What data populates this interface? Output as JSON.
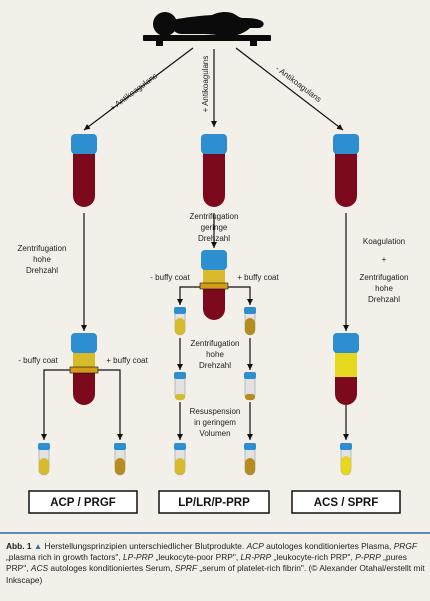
{
  "diagram": {
    "branches": {
      "left": "+ Antikoagulans",
      "middle": "+ Antikoagulans",
      "right": "- Antikoagulans"
    },
    "steps": {
      "left_centrifuge": [
        "Zentrifugation",
        "hohe",
        "Drehzahl"
      ],
      "mid_centrifuge": [
        "Zentrifugation",
        "geringe",
        "Drehzahl"
      ],
      "mid_centrifuge2": [
        "Zentrifugation",
        "hohe",
        "Drehzahl"
      ],
      "mid_resuspension": [
        "Resuspension",
        "in geringem",
        "Volumen"
      ],
      "right_coagulation": "Koagulation",
      "right_plus": "+",
      "right_centrifuge": [
        "Zentrifugation",
        "hohe",
        "Drehzahl"
      ]
    },
    "splits": {
      "left_minus": "- buffy coat",
      "left_plus": "+ buffy coat",
      "mid_minus": "- buffy coat",
      "mid_plus": "+ buffy coat"
    },
    "products": {
      "left": "ACP / PRGF",
      "middle": "LP/LR/P-PRP",
      "right": "ACS / SPRF"
    },
    "colors": {
      "blood": "#7d0a1c",
      "cap": "#2e8fd0",
      "plasma": "#d8bb2a",
      "buffy": "#d49a1a",
      "serum": "#e6d81c",
      "tube": "#e2e2e2"
    },
    "icon": "person-lying-icon"
  },
  "caption": {
    "label": "Abb. 1",
    "marker": "▲",
    "text": " Herstellungsprinzipien unterschiedlicher Blutprodukte. ",
    "items": [
      {
        "abbr": "ACP",
        "desc": " autologes konditioniertes Plasma, "
      },
      {
        "abbr": "PRGF",
        "desc": " „plasma rich in growth factors\", "
      },
      {
        "abbr": "LP-PRP",
        "desc": " „leukocyte-poor PRP\", "
      },
      {
        "abbr": "LR-PRP",
        "desc": " „leukocyte-rich PRP\", "
      },
      {
        "abbr": "P-PRP",
        "desc": " „pures PRP\", "
      },
      {
        "abbr": "ACS",
        "desc": " autologes konditioniertes Serum, "
      },
      {
        "abbr": "SPRF",
        "desc": " „serum of platelet-rich fibrin\". (© Alexander Otahal/erstellt mit Inkscape)"
      }
    ]
  }
}
